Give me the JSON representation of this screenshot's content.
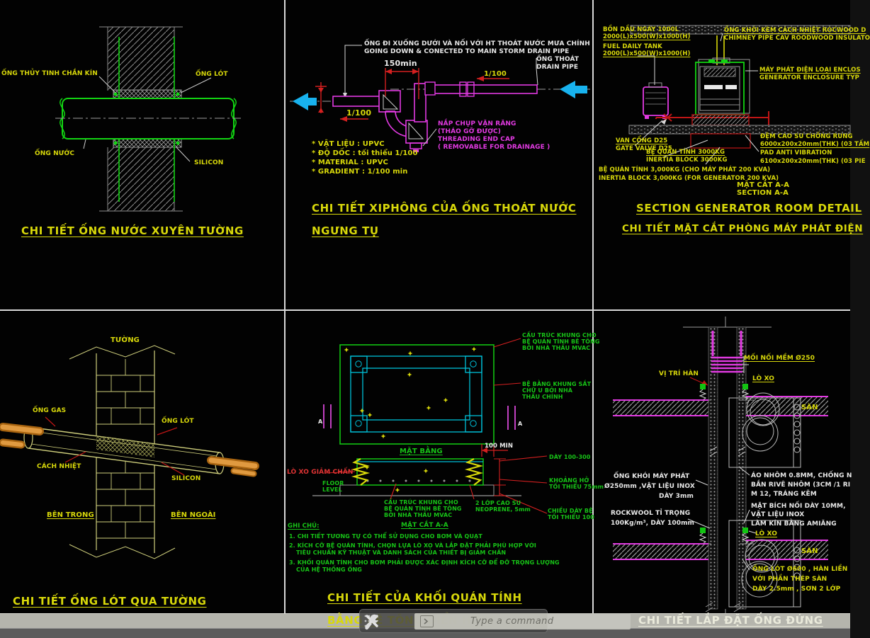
{
  "colors": {
    "yellow": "#d8d80a",
    "green": "#17c317",
    "magenta": "#e23ae2",
    "red": "#d42020",
    "cyan": "#00a8e8",
    "white": "#e9e9e9",
    "khaki": "#cfcf7c",
    "band_gray": "#b5b5ad"
  },
  "command_bar": {
    "placeholder": "Type a command"
  },
  "panels": {
    "pipe_wall": {
      "title": "CHI TIẾT ỐNG NƯỚC XUYÊN TƯỜNG",
      "labels": {
        "glass_tube": "ỐNG THỦY TINH CHẮN KÍN",
        "sleeve": "ỐNG LÓT",
        "water_pipe": "ỐNG NƯỚC",
        "silicon": "SILICON"
      }
    },
    "siphon": {
      "title_line1": "CHI TIẾT XIPHÔNG CỦA ỐNG THOÁT NƯỚC",
      "title_line2": "NGƯNG TỤ",
      "labels": {
        "down_note_vn": "ỐNG ĐI XUỐNG DƯỚI VÀ NỐI VỚI HT THOÁT NƯỚC MƯA CHÍNH",
        "down_note_en": "GOING DOWN & CONECTED TO MAIN STORM DRAIN PIPE",
        "drain_vn": "ỐNG THOÁT",
        "drain_en": "DRAIN PIPE",
        "dim150": "150min",
        "slope_right": "1/100",
        "slope_left": "1/100",
        "cap_l1": "NẮP CHỤP VẶN RĂNG",
        "cap_l2": "(THÁO GỠ ĐƯỢC)",
        "cap_l3": "THREADING END CAP",
        "cap_l4": "( REMOVABLE FOR DRAINAGE )",
        "note1": "* VẬT LIỆU : UPVC",
        "note2": "* ĐỘ DỐC : tối thiểu 1/100",
        "note3": "* MATERIAL : UPVC",
        "note4": "* GRADIENT : 1/100 min"
      }
    },
    "generator": {
      "title_en": "SECTION GENERATOR ROOM DETAIL",
      "title_vn": "CHI TIẾT MẶT CẮT PHÒNG MÁY PHÁT ĐIỆN",
      "labels": {
        "tank_l1": "BỒN DẦU NGÀY 1000L",
        "tank_l2": "2000(L)x500(W)x1000(H)",
        "tank_l3": "FUEL DAILY TANK",
        "tank_l4": "2000(L)x500(W)x1000(H)",
        "chimney_l1": "ỐNG KHÓI KÈM CÁCH NHIỆT ROCWOOD D",
        "chimney_l2": "CHIMNEY PIPE CAV ROODWOOD INSULATO",
        "gen_l1": "MÁY PHÁT ĐIỆN LOẠI ENCLOS",
        "gen_l2": "GENERATOR ENCLOSURE TYP",
        "valve_l1": "VAN CỔNG D25",
        "valve_l2": "GATE VALVE D25",
        "inertia_l1": "BỆ QUÁN TÍNH 3000KG",
        "inertia_l2": "INERTIA BLOCK 3000KG",
        "inertia_l3": "BỆ QUÁN TÍNH 3,000KG (CHO MÁY PHÁT 200 KVA)",
        "inertia_l4": "INERTIA BLOCK 3,000KG (FOR GENERATOR 200 KVA)",
        "pad_l1": "ĐỆM CAO SU CHỐNG RUNG",
        "pad_l2": "6000x200x20mm(THK) (03 TẤM",
        "pad_l3": "PAD ANTI VIBRATION",
        "pad_l4": "6100x200x20mm(THK) (03 PIE",
        "section_l1": "MẶT CẮT A-A",
        "section_l2": "SECTION A-A"
      }
    },
    "sleeve_wall": {
      "title": "CHI TIẾT ỐNG LÓT QUA TƯỜNG",
      "labels": {
        "wall": "TƯỜNG",
        "gas": "ỐNG GAS",
        "sleeve": "ỐNG LÓT",
        "insulation": "CÁCH NHIỆT",
        "silicon": "SILICON",
        "inside": "BÊN TRONG",
        "outside": "BÊN NGOÀI"
      }
    },
    "inertia_block": {
      "title_line1": "CHI TIẾT CỦA KHỐI QUÁN TÍNH",
      "title_line2": "BẰNG BÊ TÔNG ĐIỂN HÌNH",
      "labels": {
        "markA": "A",
        "frame_l1": "CẤU TRÚC KHUNG CHO",
        "frame_l2": "BỆ QUÁN TÍNH BÊ TÔNG",
        "frame_l3": "BỞI NHÀ THẦU MVAC",
        "steel_l1": "BỆ BẰNG KHUNG SẮT",
        "steel_l2": "CHỮ U BỞI NHÀ",
        "steel_l3": "THẦU CHÍNH",
        "plan": "MẶT BẰNG",
        "dim100": "100 MIN",
        "spring": "LÒ XO GIẢM CHẤN",
        "floor_l1": "FLOOR",
        "floor_l2": "LEVEL",
        "frame2_l1": "CẤU TRÚC KHUNG CHO",
        "frame2_l2": "BỆ QUÁN TÍNH BÊ TÔNG",
        "frame2_l3": "BỞI NHÀ THẦU MVAC",
        "rubber_l1": "2 LỚP CAO SU",
        "rubber_l2": "NEOPRENE, 5mm",
        "day": "DÀY 100-300",
        "gap_l1": "KHOẢNG HỞ",
        "gap_l2": "TỐI THIỂU 75mm",
        "thick_l1": "CHIỀU DÀY BỆ",
        "thick_l2": "TỐI THIỂU 100",
        "secAA": "MẶT CẮT A-A",
        "notes_head": "GHI CHÚ:",
        "note1": "1. CHI TIẾT TƯƠNG TỰ CÓ THỂ SỬ DỤNG CHO BƠM VÀ QUẠT",
        "note2a": "2. KÍCH CỠ BỆ QUÁN TÍNH, CHỌN LỰA LÒ XO VÀ LẮP ĐẶT PHẢI PHÙ HỢP VỚI",
        "note2b": "TIÊU CHUẨN KỸ THUẬT VÀ DANH SÁCH CỦA THIẾT BỊ GIẢM CHẤN",
        "note3a": "3. KHỐI QUÁN TÍNH CHO BƠM PHẢI ĐƯỢC XÁC ĐỊNH KÍCH CỠ ĐỂ ĐỠ TRỌNG LƯỢNG",
        "note3b": "CỦA HỆ THỐNG  ỐNG"
      }
    },
    "riser": {
      "title": "CHI TIẾT LẮP ĐẶT ỐNG ĐỨNG",
      "labels": {
        "joint": "MỐI NỐI MỀM Ø250",
        "weld": "VỊ TRÍ HÀN",
        "spring1": "LÒ XO",
        "floor1": "SÀN",
        "chimney_l1": "ỐNG KHÓI MÁY PHÁT",
        "chimney_l2": "Ø250mm ,VẬT LIỆU INOX",
        "chimney_l3": "DÀY 3mm",
        "rockwool_l1": "ROCKWOOL TỈ TRỌNG",
        "rockwool_l2": "100Kg/m³, DÀY 100mm",
        "alu_l1": "ÁO NHÔM 0.8MM, CHỐNG N",
        "alu_l2": "BẮN RIVÊ NHÔM (3CM /1 RI",
        "alu_l3": "M 12, TRÁNG KẼM",
        "flange_l1": "MẶT BÍCH NỐI DÀY 10MM,",
        "flange_l2": "VẬT LIỆU INOX",
        "flange_l3": "LÀM KÍN BẰNG AMIĂNG",
        "spring2": "LÒ XO",
        "floor2": "SÀN",
        "sleeve_l1": "ỐNG LÓT Ø600 , HÀN LIỀN",
        "sleeve_l2": "VỚI PHẦN THÉP SÀN",
        "sleeve_l3": "DÀY 2.5mm , SƠN 2 LỚP"
      }
    }
  }
}
